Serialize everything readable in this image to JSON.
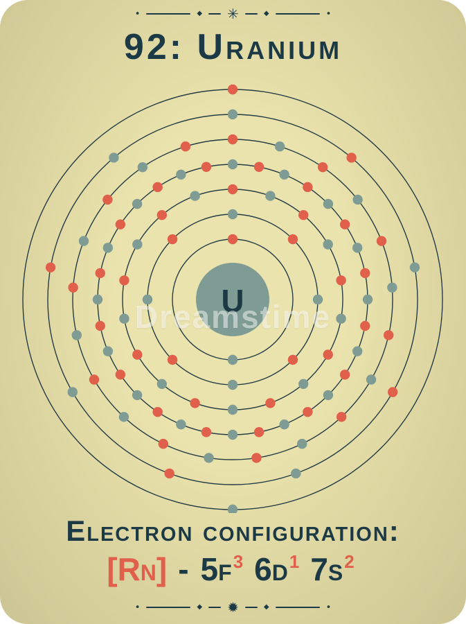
{
  "colors": {
    "background": "#ffffff",
    "card_center": "#ebe3ad",
    "card_edge": "#ccc492",
    "ink": "#1c3a46",
    "accent_red": "#e0604b",
    "accent_teal": "#7e9c93"
  },
  "ornaments": {
    "dot": "•",
    "diamond": "◆",
    "top_star": "✳",
    "bottom_star": "✹"
  },
  "header": {
    "title": "92: Uranium"
  },
  "atom": {
    "element_number": "92",
    "element_name": "Uranium",
    "symbol": "U",
    "shells": [
      2,
      8,
      18,
      32,
      21,
      9,
      2
    ],
    "colors": {
      "orbit": "#233c45",
      "nucleus": "#7e9c93",
      "electron_a": "#e0604b",
      "electron_b": "#7e9c93",
      "symbol": "#1c3a46"
    }
  },
  "watermark": {
    "text": "Dreamstime"
  },
  "footer": {
    "label": "Electron configuration:",
    "core": "[Rn]",
    "dash": "-",
    "terms": [
      {
        "base": "5f",
        "sup": "3"
      },
      {
        "base": "6d",
        "sup": "1"
      },
      {
        "base": "7s",
        "sup": "2"
      }
    ]
  }
}
